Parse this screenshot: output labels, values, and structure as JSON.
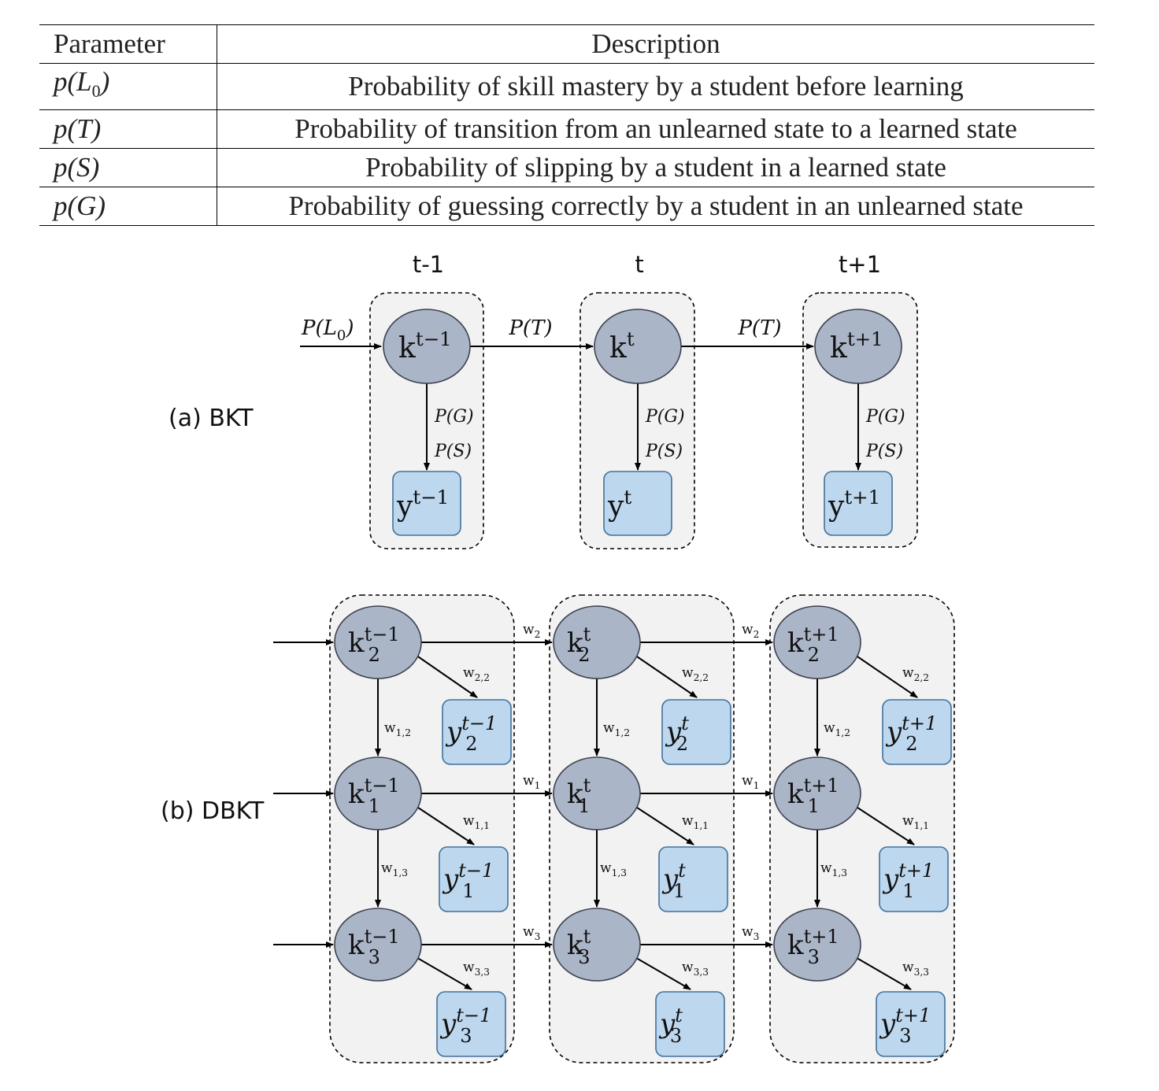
{
  "table": {
    "headers": [
      "Parameter",
      "Description"
    ],
    "rows": [
      {
        "param": "p(L",
        "param_sub": "0",
        "param_close": ")",
        "desc": "Probability of skill mastery by a student before learning"
      },
      {
        "param": "p(T)",
        "param_sub": "",
        "param_close": "",
        "desc": "Probability of transition from an unlearned state to a learned state"
      },
      {
        "param": "p(S)",
        "param_sub": "",
        "param_close": "",
        "desc": "Probability of slipping by a student in a learned state"
      },
      {
        "param": "p(G)",
        "param_sub": "",
        "param_close": "",
        "desc": "Probability of guessing correctly by a student in an unlearned state"
      }
    ]
  },
  "bkt": {
    "label": "(a) BKT",
    "time_labels": [
      "t-1",
      "t",
      "t+1"
    ],
    "prior_label": "P(L",
    "prior_sub": "0",
    "prior_close": ")",
    "transition_label": "P(T)",
    "guess_label": "P(G)",
    "slip_label": "P(S)",
    "k_base": "k",
    "y_base": "y",
    "superscripts": [
      "t−1",
      "t",
      "t+1"
    ]
  },
  "dbkt": {
    "label": "(b) DBKT",
    "k_base": "k",
    "y_base": "y",
    "superscripts": [
      "t−1",
      "t",
      "t+1"
    ],
    "rows": [
      "2",
      "1",
      "3"
    ],
    "cross_weights": [
      {
        "base": "w",
        "sub": "2"
      },
      {
        "base": "w",
        "sub": "1"
      },
      {
        "base": "w",
        "sub": "3"
      }
    ],
    "emission_weights": [
      {
        "base": "w",
        "sub": "2,2"
      },
      {
        "base": "w",
        "sub": "1,1"
      },
      {
        "base": "w",
        "sub": "3,3"
      }
    ],
    "vertical_weights": [
      {
        "base": "w",
        "sub": "1,2"
      },
      {
        "base": "w",
        "sub": "1,3"
      }
    ]
  }
}
